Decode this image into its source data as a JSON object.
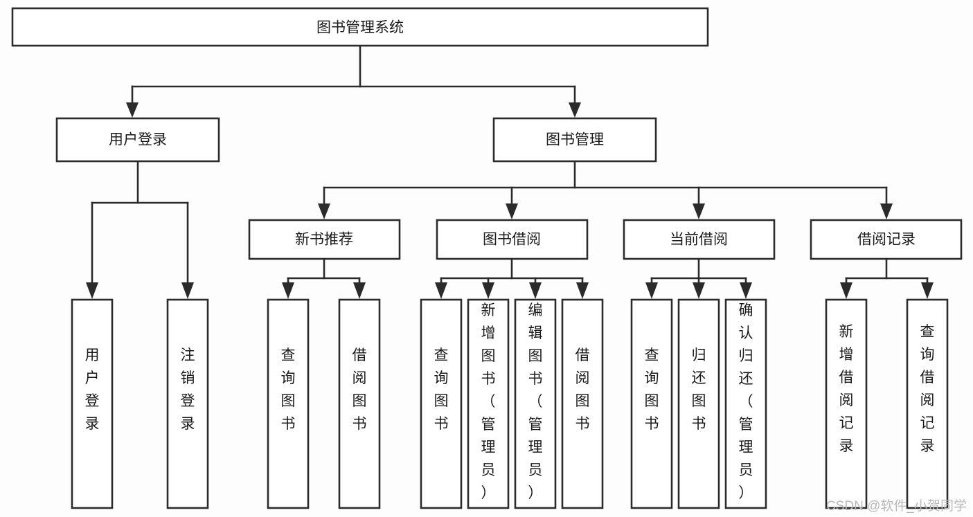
{
  "diagram": {
    "title": "图书管理系统",
    "type": "tree",
    "orientation": "top-down",
    "colors": {
      "background": "#fdfdfd",
      "box_fill": "#ffffff",
      "box_stroke": "#2b2b2b",
      "text": "#1a1a1a",
      "watermark": "#b9b9b9"
    },
    "root": {
      "label": "图书管理系统"
    },
    "level2": [
      {
        "label": "用户登录"
      },
      {
        "label": "图书管理"
      }
    ],
    "level3": [
      {
        "label": "新书推荐"
      },
      {
        "label": "图书借阅"
      },
      {
        "label": "当前借阅"
      },
      {
        "label": "借阅记录"
      }
    ],
    "leaves": {
      "user_login": [
        {
          "label": "用户登录"
        },
        {
          "label": "注销登录"
        }
      ],
      "new_book_recommend": [
        {
          "label": "查询图书"
        },
        {
          "label": "借阅图书"
        }
      ],
      "book_borrow": [
        {
          "label": "查询图书"
        },
        {
          "label": "新增图书（管理员）"
        },
        {
          "label": "编辑图书（管理员）"
        },
        {
          "label": "借阅图书"
        }
      ],
      "current_borrow": [
        {
          "label": "查询图书"
        },
        {
          "label": "归还图书"
        },
        {
          "label": "确认归还（管理员）"
        }
      ],
      "borrow_record": [
        {
          "label": "新增借阅记录"
        },
        {
          "label": "查询借阅记录"
        }
      ]
    }
  },
  "watermark": {
    "text": "CSDN @软件_小贺同学"
  }
}
